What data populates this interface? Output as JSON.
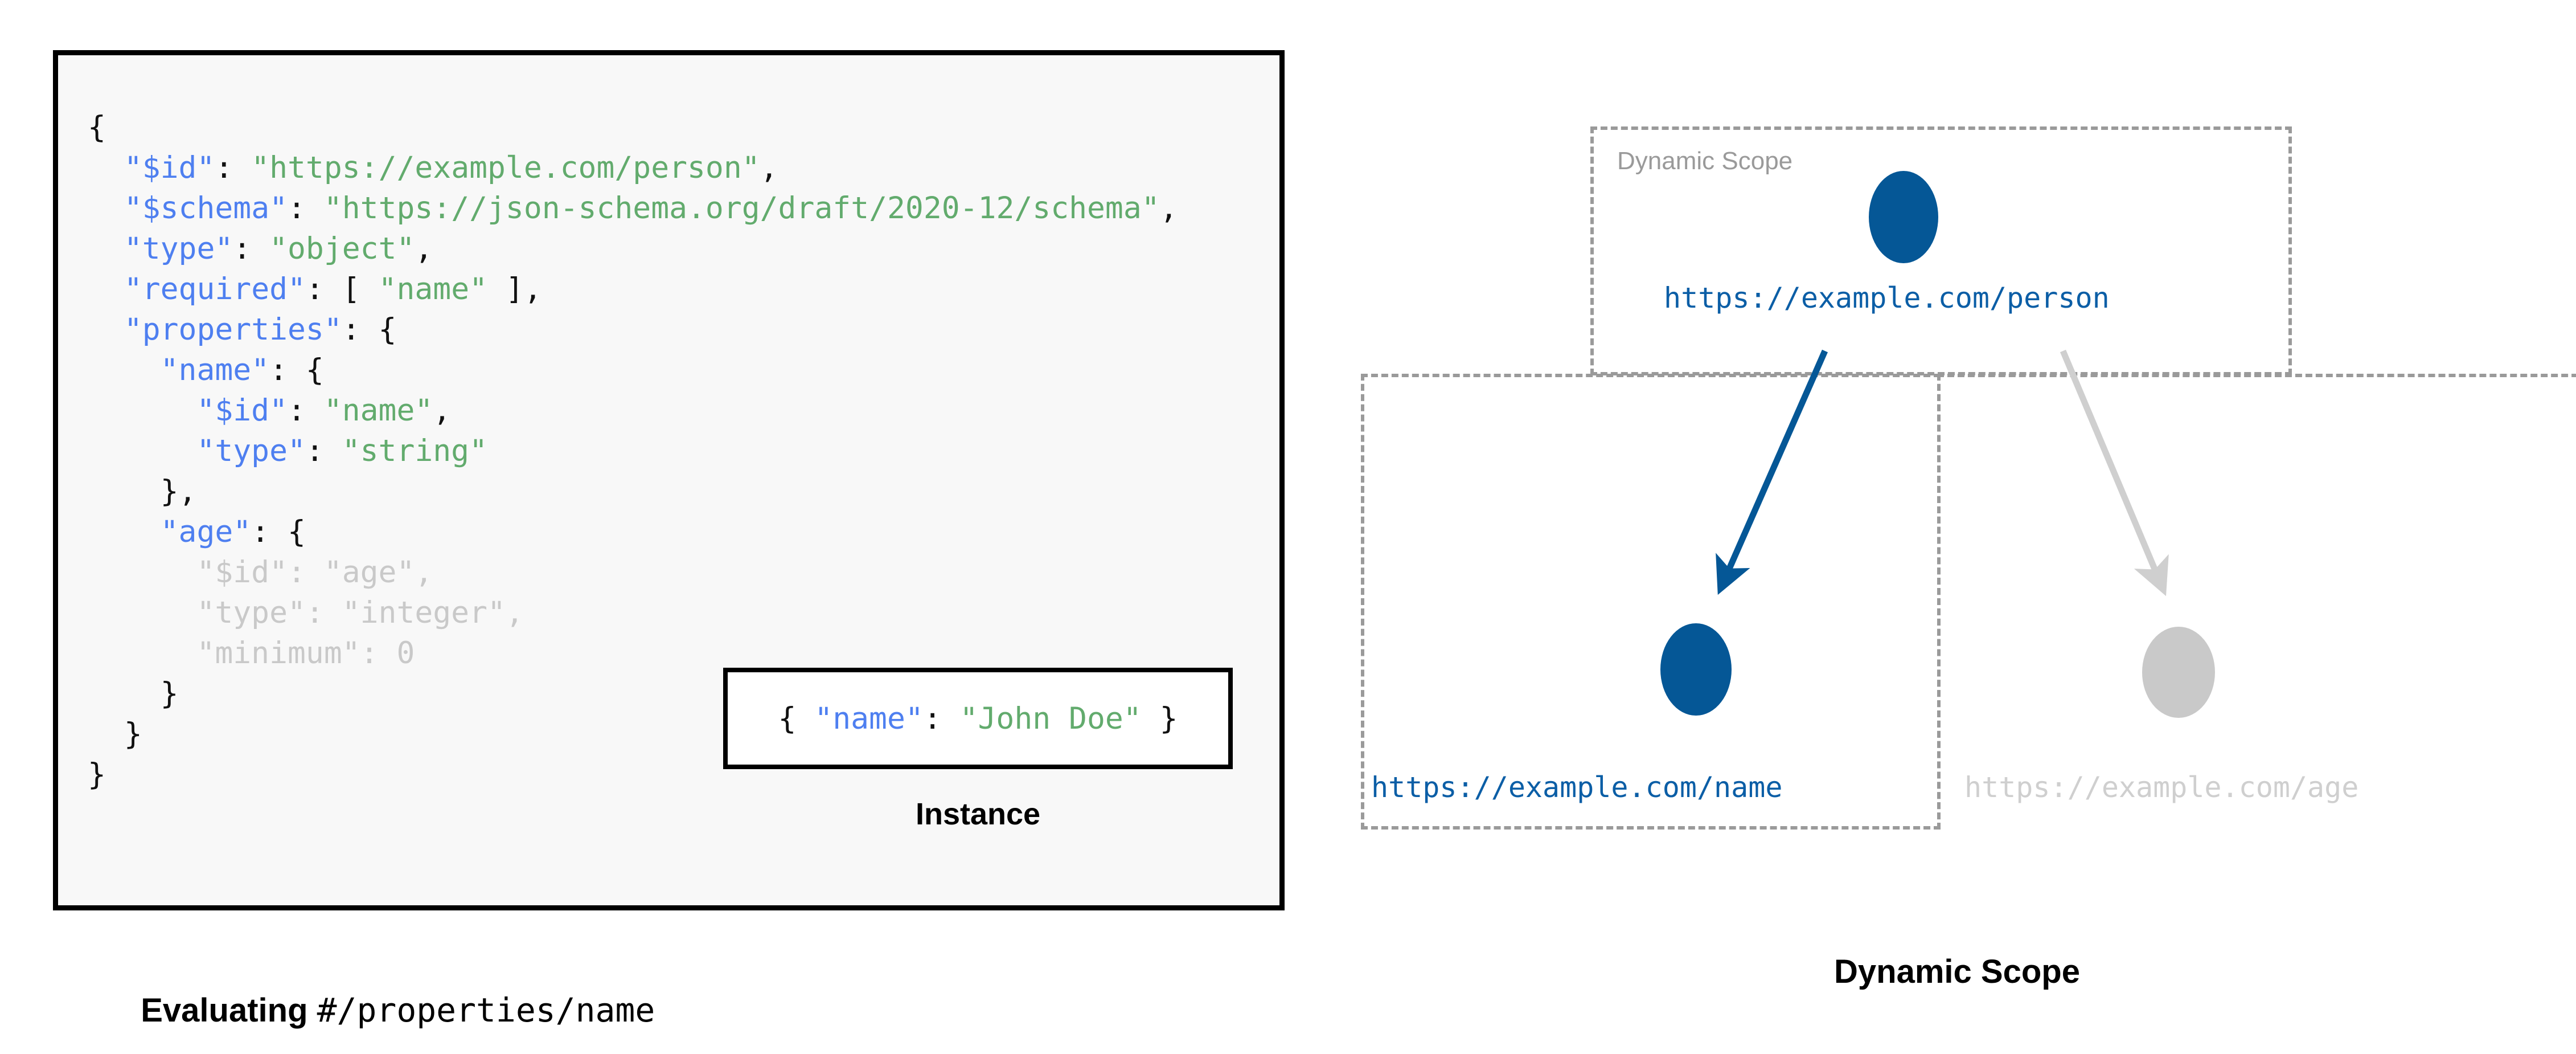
{
  "left": {
    "panel_name": "schema-code-panel",
    "caption_bold": "Evaluating ",
    "caption_mono": "#/properties/name",
    "code_lines": [
      {
        "indent": 0,
        "segments": [
          {
            "t": "{",
            "c": "p"
          }
        ]
      },
      {
        "indent": 1,
        "segments": [
          {
            "t": "\"$id\"",
            "c": "k"
          },
          {
            "t": ": ",
            "c": "p"
          },
          {
            "t": "\"https://example.com/person\"",
            "c": "v"
          },
          {
            "t": ",",
            "c": "p"
          }
        ]
      },
      {
        "indent": 1,
        "segments": [
          {
            "t": "\"$schema\"",
            "c": "k"
          },
          {
            "t": ": ",
            "c": "p"
          },
          {
            "t": "\"https://json-schema.org/draft/2020-12/schema\"",
            "c": "v"
          },
          {
            "t": ",",
            "c": "p"
          }
        ]
      },
      {
        "indent": 1,
        "segments": [
          {
            "t": "\"type\"",
            "c": "k"
          },
          {
            "t": ": ",
            "c": "p"
          },
          {
            "t": "\"object\"",
            "c": "v"
          },
          {
            "t": ",",
            "c": "p"
          }
        ]
      },
      {
        "indent": 1,
        "segments": [
          {
            "t": "\"required\"",
            "c": "k"
          },
          {
            "t": ": [ ",
            "c": "p"
          },
          {
            "t": "\"name\"",
            "c": "v"
          },
          {
            "t": " ],",
            "c": "p"
          }
        ]
      },
      {
        "indent": 1,
        "segments": [
          {
            "t": "\"properties\"",
            "c": "k"
          },
          {
            "t": ": {",
            "c": "p"
          }
        ]
      },
      {
        "indent": 2,
        "segments": [
          {
            "t": "\"name\"",
            "c": "k"
          },
          {
            "t": ": {",
            "c": "p"
          }
        ]
      },
      {
        "indent": 3,
        "segments": [
          {
            "t": "\"$id\"",
            "c": "k"
          },
          {
            "t": ": ",
            "c": "p"
          },
          {
            "t": "\"name\"",
            "c": "v"
          },
          {
            "t": ",",
            "c": "p"
          }
        ]
      },
      {
        "indent": 3,
        "segments": [
          {
            "t": "\"type\"",
            "c": "k"
          },
          {
            "t": ": ",
            "c": "p"
          },
          {
            "t": "\"string\"",
            "c": "v"
          }
        ]
      },
      {
        "indent": 2,
        "segments": [
          {
            "t": "},",
            "c": "p"
          }
        ]
      },
      {
        "indent": 2,
        "segments": [
          {
            "t": "\"age\"",
            "c": "k"
          },
          {
            "t": ": {",
            "c": "p"
          }
        ]
      },
      {
        "indent": 3,
        "segments": [
          {
            "t": "\"$id\"",
            "c": "dim-k"
          },
          {
            "t": ": ",
            "c": "dim-p"
          },
          {
            "t": "\"age\"",
            "c": "dim-v"
          },
          {
            "t": ",",
            "c": "dim-p"
          }
        ]
      },
      {
        "indent": 3,
        "segments": [
          {
            "t": "\"type\"",
            "c": "dim-k"
          },
          {
            "t": ": ",
            "c": "dim-p"
          },
          {
            "t": "\"integer\"",
            "c": "dim-v"
          },
          {
            "t": ",",
            "c": "dim-p"
          }
        ]
      },
      {
        "indent": 3,
        "segments": [
          {
            "t": "\"minimum\"",
            "c": "dim-k"
          },
          {
            "t": ": ",
            "c": "dim-p"
          },
          {
            "t": "0",
            "c": "dim-n"
          }
        ]
      },
      {
        "indent": 2,
        "segments": [
          {
            "t": "}",
            "c": "p"
          }
        ]
      },
      {
        "indent": 1,
        "segments": [
          {
            "t": "}",
            "c": "p"
          }
        ]
      },
      {
        "indent": 0,
        "segments": [
          {
            "t": "}",
            "c": "p"
          }
        ]
      }
    ]
  },
  "instance": {
    "caption": "Instance",
    "code_segments": [
      {
        "t": "{ ",
        "c": "p"
      },
      {
        "t": "\"name\"",
        "c": "k"
      },
      {
        "t": ": ",
        "c": "p"
      },
      {
        "t": "\"John Doe\"",
        "c": "v"
      },
      {
        "t": " }",
        "c": "p"
      }
    ]
  },
  "right": {
    "caption": "Dynamic Scope",
    "scope_title": "Dynamic Scope",
    "nodes": [
      {
        "id": "person",
        "label": "https://example.com/person",
        "state": "active"
      },
      {
        "id": "name",
        "label": "https://example.com/name",
        "state": "active"
      },
      {
        "id": "age",
        "label": "https://example.com/age",
        "state": "inactive"
      }
    ],
    "edges": [
      {
        "from": "person",
        "to": "name",
        "state": "active"
      },
      {
        "from": "person",
        "to": "age",
        "state": "inactive"
      }
    ]
  },
  "colors": {
    "accent_blue": "#055796",
    "label_blue": "#0b5ea6",
    "key_blue": "#4e7ff0",
    "value_green": "#62ab6d",
    "muted_gray": "#c9c9c9",
    "dashed_gray": "#9a9a9a",
    "panel_bg": "#f8f8f8",
    "panel_border": "#000000"
  }
}
